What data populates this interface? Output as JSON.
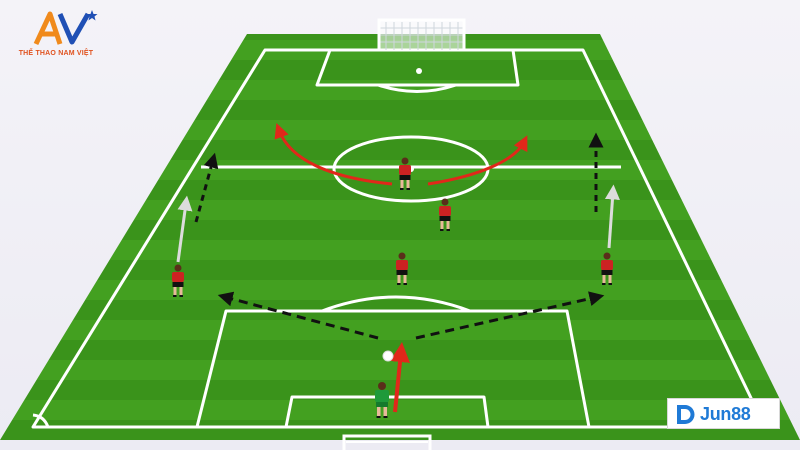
{
  "branding": {
    "top_left_logo": {
      "mark": "AV",
      "tagline": "THỂ THAO NAM VIỆT"
    },
    "bottom_right_badge": {
      "text": "Jun88"
    }
  },
  "diagram": {
    "kind": "football-tactics-board",
    "pitch_color": "#3f9a1f",
    "line_color": "#ffffff",
    "players": [
      {
        "id": "center-forward",
        "team": "red"
      },
      {
        "id": "attacking-midfielder",
        "team": "red"
      },
      {
        "id": "central-midfielder",
        "team": "red"
      },
      {
        "id": "left-winger",
        "team": "red"
      },
      {
        "id": "right-winger",
        "team": "red"
      },
      {
        "id": "goalkeeper",
        "team": "green"
      }
    ],
    "arrows": [
      {
        "id": "forward-curve-left",
        "style": "curved-run",
        "color": "#e0281a"
      },
      {
        "id": "forward-curve-right",
        "style": "curved-run",
        "color": "#e0281a"
      },
      {
        "id": "left-run",
        "style": "straight-run",
        "color": "#dddddd"
      },
      {
        "id": "right-run",
        "style": "straight-run",
        "color": "#dddddd"
      },
      {
        "id": "left-wing-dribble",
        "style": "dashed-pass",
        "color": "#111111"
      },
      {
        "id": "right-wing-dribble",
        "style": "dashed-pass",
        "color": "#111111"
      },
      {
        "id": "pass-left",
        "style": "dashed-pass",
        "color": "#111111"
      },
      {
        "id": "pass-right",
        "style": "dashed-pass",
        "color": "#111111"
      },
      {
        "id": "keeper-ball-run",
        "style": "straight-run",
        "color": "#e0281a"
      }
    ]
  }
}
